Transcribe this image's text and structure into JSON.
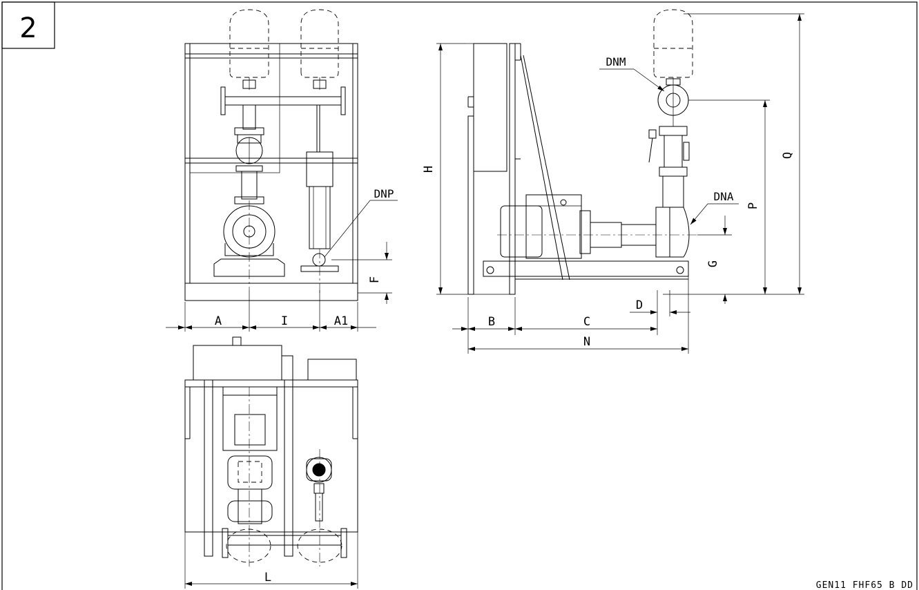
{
  "sheet": {
    "number": "2",
    "drawing_code": "GEN11 FHF65 B DD"
  },
  "dimensions": {
    "front": {
      "A": "A",
      "I": "I",
      "A1": "A1",
      "F": "F",
      "DNP": "DNP"
    },
    "side": {
      "H": "H",
      "B": "B",
      "C": "C",
      "N": "N",
      "D": "D",
      "G": "G",
      "P": "P",
      "Q": "Q",
      "DNM": "DNM",
      "DNA": "DNA"
    },
    "top": {
      "L": "L"
    }
  }
}
